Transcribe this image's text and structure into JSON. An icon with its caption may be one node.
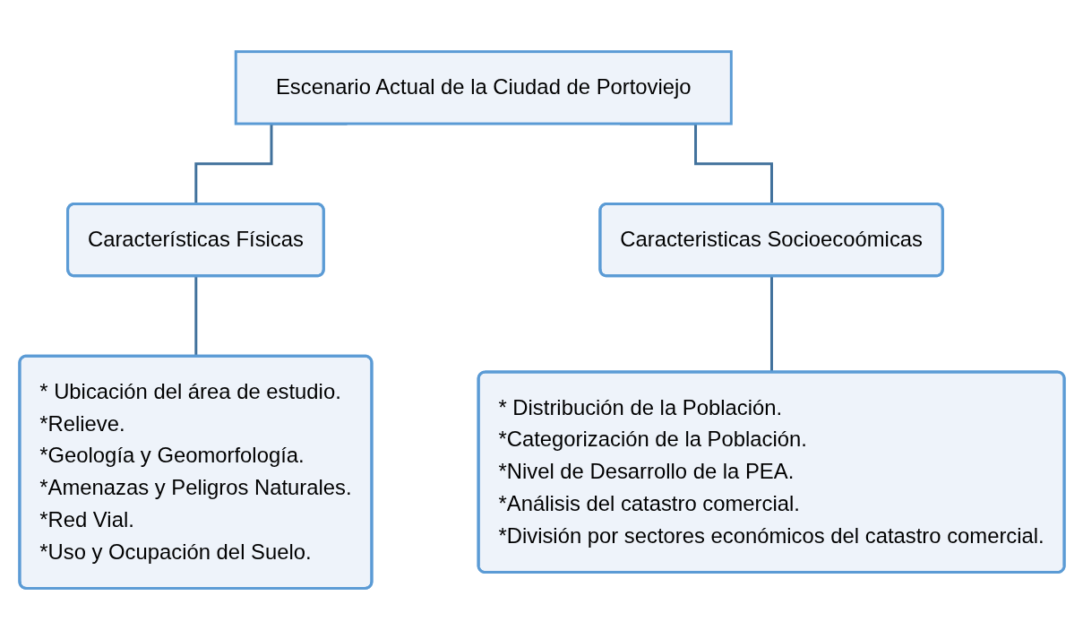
{
  "diagram": {
    "nodes": [
      {
        "text": [
          "Escenario Actual de la Ciudad de Portoviejo"
        ]
      },
      {
        "text": [
          "Características Físicas"
        ]
      },
      {
        "text": [
          "Caracteristicas Socioecoómicas"
        ]
      },
      {
        "text": [
          "* Ubicación del área de estudio.",
          "*Relieve.",
          "*Geología y Geomorfología.",
          "*Amenazas y Peligros Naturales.",
          "*Red Vial.",
          "*Uso y Ocupación del Suelo."
        ]
      },
      {
        "text": [
          "* Distribución de la Población.",
          "*Categorización de la Población.",
          "*Nivel de Desarrollo de la PEA.",
          "*Análisis del catastro comercial.",
          "*División por sectores económicos del catastro comercial."
        ]
      }
    ],
    "edges": [
      {
        "from": 0,
        "to": 1,
        "arrow": "none"
      },
      {
        "from": 0,
        "to": 2,
        "arrow": "none"
      },
      {
        "from": 1,
        "to": 3,
        "arrow": "none"
      },
      {
        "from": 2,
        "to": 4,
        "arrow": "none"
      }
    ]
  }
}
